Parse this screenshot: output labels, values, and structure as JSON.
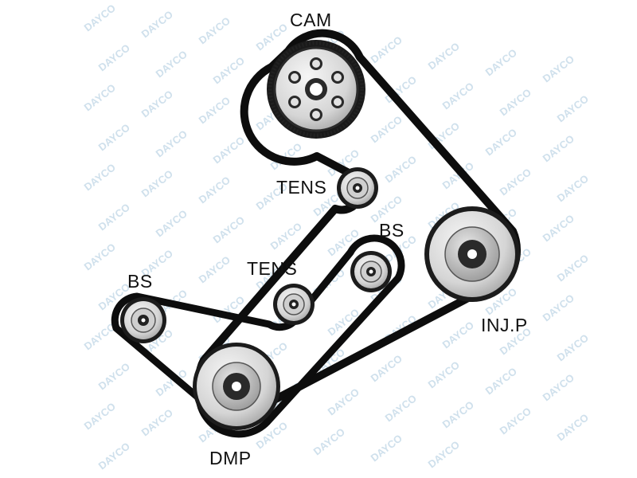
{
  "watermark": {
    "text": "DAYCO"
  },
  "colors": {
    "belt": "#0d0d0d",
    "pulley_light": "#e4e4e4",
    "pulley_mid": "#b9b9b9",
    "pulley_dark": "#2a2a2a",
    "watermark": "#cfe0ec"
  },
  "labels": {
    "cam": "CAM",
    "tens_upper": "TENS",
    "bs_right": "BS",
    "tens_lower": "TENS",
    "bs_left": "BS",
    "inj_p": "INJ.P",
    "dmp": "DMP"
  }
}
